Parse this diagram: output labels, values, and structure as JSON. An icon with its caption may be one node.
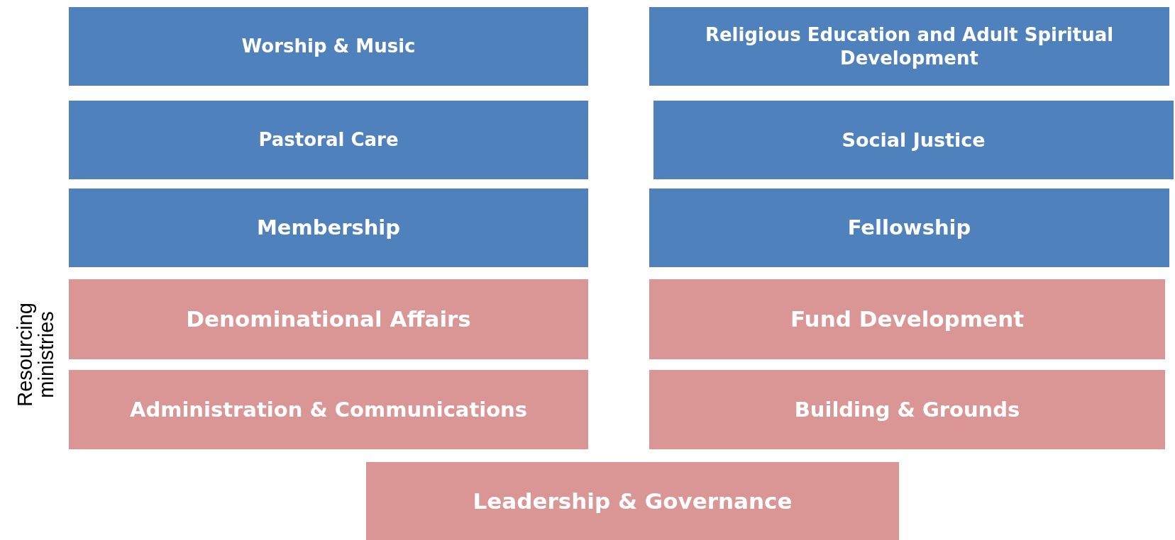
{
  "diagram": {
    "nodes": [
      {
        "text": [
          "Worship & Music"
        ]
      },
      {
        "text": [
          "Religious Education and Adult Spiritual Development"
        ]
      },
      {
        "text": [
          "Pastoral Care"
        ]
      },
      {
        "text": [
          "Social Justice"
        ]
      },
      {
        "text": [
          "Membership"
        ]
      },
      {
        "text": [
          "Fellowship"
        ]
      },
      {
        "text": [
          "Denominational Affairs"
        ]
      },
      {
        "text": [
          "Fund Development"
        ]
      },
      {
        "text": [
          "Administration & Communications"
        ]
      },
      {
        "text": [
          "Building & Grounds"
        ]
      },
      {
        "text": [
          "Leadership & Governance"
        ]
      }
    ],
    "labels": [
      "Resourcing ministries"
    ]
  }
}
